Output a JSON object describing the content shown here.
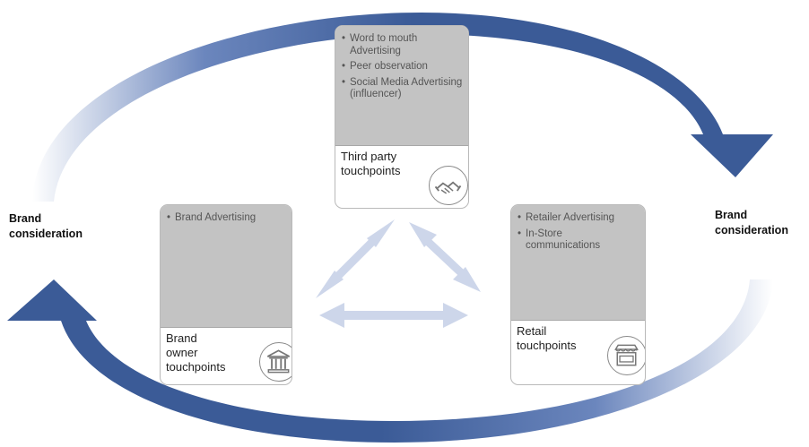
{
  "side_labels": {
    "left": {
      "line1": "Brand",
      "line2": "consideration"
    },
    "right": {
      "line1": "Brand",
      "line2": "consideration"
    }
  },
  "boxes": {
    "third_party": {
      "bullets": [
        "Word to mouth Advertising",
        "Peer observation",
        "Social Media Advertising (influencer)"
      ],
      "title_line1": "Third party",
      "title_line2": "touchpoints",
      "icon": "handshake-icon"
    },
    "brand_owner": {
      "bullets": [
        "Brand Advertising"
      ],
      "title_line1": "Brand",
      "title_line2": "owner",
      "title_line3": "touchpoints",
      "icon": "building-icon"
    },
    "retail": {
      "bullets": [
        "Retailer Advertising",
        "In-Store communications"
      ],
      "title_line1": "Retail",
      "title_line2": "touchpoints",
      "icon": "store-icon"
    }
  },
  "colors": {
    "cycle_arrow": "#3b5b97",
    "connector_arrow": "#cdd6ea",
    "box_top": "#c3c3c3",
    "box_border": "#b9b9b9"
  }
}
